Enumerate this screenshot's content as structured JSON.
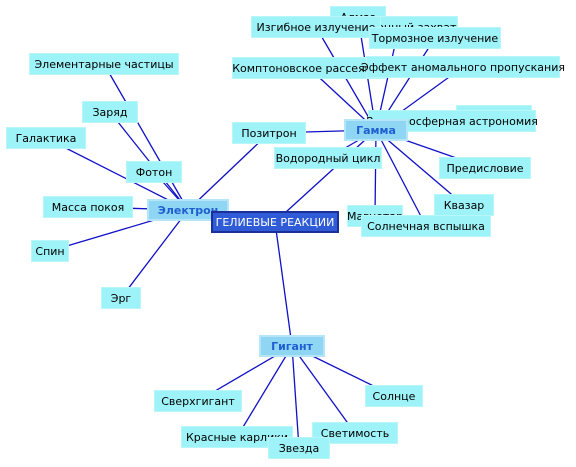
{
  "colors": {
    "edge": "#1010c8",
    "leaf_fill": "#9ef3f8",
    "hub_fill": "#8fd6f4",
    "root_fill": "#2f5cd6"
  },
  "root": {
    "id": "root",
    "label": "ГЕЛИЕВЫЕ РЕАКЦИИ"
  },
  "hubs": [
    {
      "id": "elektron",
      "label": "Электрон"
    },
    {
      "id": "gamma",
      "label": "Гамма"
    },
    {
      "id": "gigant",
      "label": "Гигант"
    }
  ],
  "leaves": [
    {
      "id": "elementarnye",
      "label": "Элементарные частицы"
    },
    {
      "id": "zaryad",
      "label": "Заряд"
    },
    {
      "id": "galaktika",
      "label": "Галактика"
    },
    {
      "id": "foton",
      "label": "Фотон"
    },
    {
      "id": "massa",
      "label": "Масса покоя"
    },
    {
      "id": "spin",
      "label": "Спин"
    },
    {
      "id": "erg",
      "label": "Эрг"
    },
    {
      "id": "pozitron",
      "label": "Позитрон"
    },
    {
      "id": "vodorodny",
      "label": "Водородный цикл"
    },
    {
      "id": "almaz",
      "label": "Алмаз"
    },
    {
      "id": "neitronny",
      "label": "Нейтронный захват"
    },
    {
      "id": "izgibnoe",
      "label": "Изгибное излучение"
    },
    {
      "id": "tormoznoe",
      "label": "Тормозное излучение"
    },
    {
      "id": "kompton",
      "label": "Комптоновское рассеяние"
    },
    {
      "id": "effekt",
      "label": "Эффект аномального пропускания"
    },
    {
      "id": "amerity",
      "label": "Америций"
    },
    {
      "id": "vneatm",
      "label": "Внеатмосферная астрономия"
    },
    {
      "id": "predislovie",
      "label": "Предисловие"
    },
    {
      "id": "kvazar",
      "label": "Квазар"
    },
    {
      "id": "magnetar",
      "label": "Магнетар"
    },
    {
      "id": "solnechnaya",
      "label": "Солнечная вспышка"
    },
    {
      "id": "sverhgigant",
      "label": "Сверхгигант"
    },
    {
      "id": "solnce",
      "label": "Солнце"
    },
    {
      "id": "krasnye",
      "label": "Красные карлики"
    },
    {
      "id": "svetimost",
      "label": "Светимость"
    },
    {
      "id": "zvezda",
      "label": "Звезда"
    }
  ],
  "links": [
    [
      "root",
      "elektron"
    ],
    [
      "root",
      "gamma"
    ],
    [
      "root",
      "gigant"
    ],
    [
      "elektron",
      "elementarnye"
    ],
    [
      "elektron",
      "zaryad"
    ],
    [
      "elektron",
      "galaktika"
    ],
    [
      "elektron",
      "foton"
    ],
    [
      "elektron",
      "massa"
    ],
    [
      "elektron",
      "spin"
    ],
    [
      "elektron",
      "erg"
    ],
    [
      "elektron",
      "pozitron"
    ],
    [
      "gamma",
      "pozitron"
    ],
    [
      "gamma",
      "vodorodny"
    ],
    [
      "gamma",
      "almaz"
    ],
    [
      "gamma",
      "neitronny"
    ],
    [
      "gamma",
      "izgibnoe"
    ],
    [
      "gamma",
      "tormoznoe"
    ],
    [
      "gamma",
      "kompton"
    ],
    [
      "gamma",
      "effekt"
    ],
    [
      "gamma",
      "amerity"
    ],
    [
      "gamma",
      "vneatm"
    ],
    [
      "gamma",
      "predislovie"
    ],
    [
      "gamma",
      "kvazar"
    ],
    [
      "gamma",
      "magnetar"
    ],
    [
      "gamma",
      "solnechnaya"
    ],
    [
      "gigant",
      "sverhgigant"
    ],
    [
      "gigant",
      "solnce"
    ],
    [
      "gigant",
      "krasnye"
    ],
    [
      "gigant",
      "svetimost"
    ],
    [
      "gigant",
      "zvezda"
    ]
  ]
}
